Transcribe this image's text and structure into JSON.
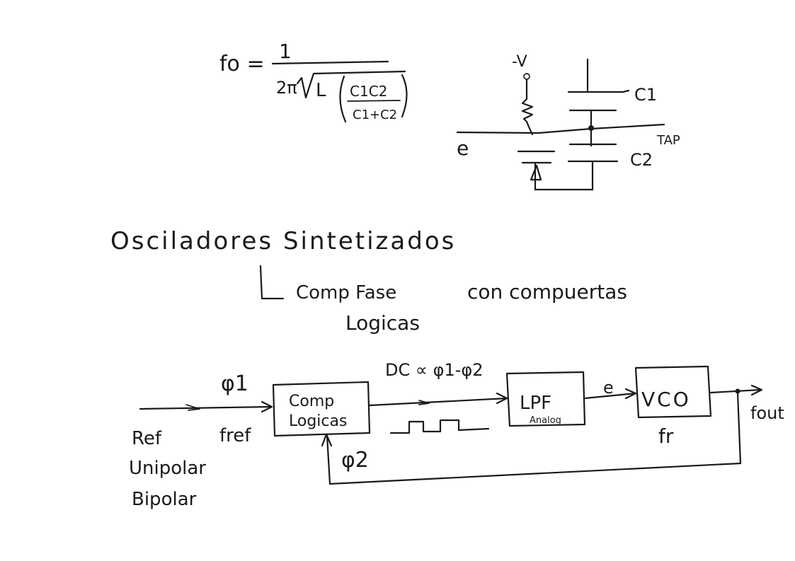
{
  "formula": {
    "lhs": "fo =",
    "numerator": "1",
    "den_prefix": "2π",
    "den_L": "L",
    "den_num": "C1C2",
    "den_den": "C1+C2"
  },
  "circuit": {
    "supply": "-V",
    "cap1": "C1",
    "cap2": "C2",
    "tap": "TAP",
    "input": "e"
  },
  "heading": {
    "title": "Osciladores Sintetizados",
    "bullet_left": "Comp Fase",
    "bullet_right": "con compuertas",
    "bullet_second": "Logicas"
  },
  "block_diagram": {
    "phase1": "φ1",
    "phase2": "φ2",
    "dc_label": "DC ∝ φ1-φ2",
    "comp_line1": "Comp",
    "comp_line2": "Logicas",
    "lpf_line1": "LPF",
    "lpf_line2": "Analog",
    "e_label": "e",
    "vco": "VCO",
    "fr": "fr",
    "fout": "fout",
    "fref": "fref",
    "ref_list": [
      "Ref",
      "Unipolar",
      "Bipolar"
    ]
  }
}
